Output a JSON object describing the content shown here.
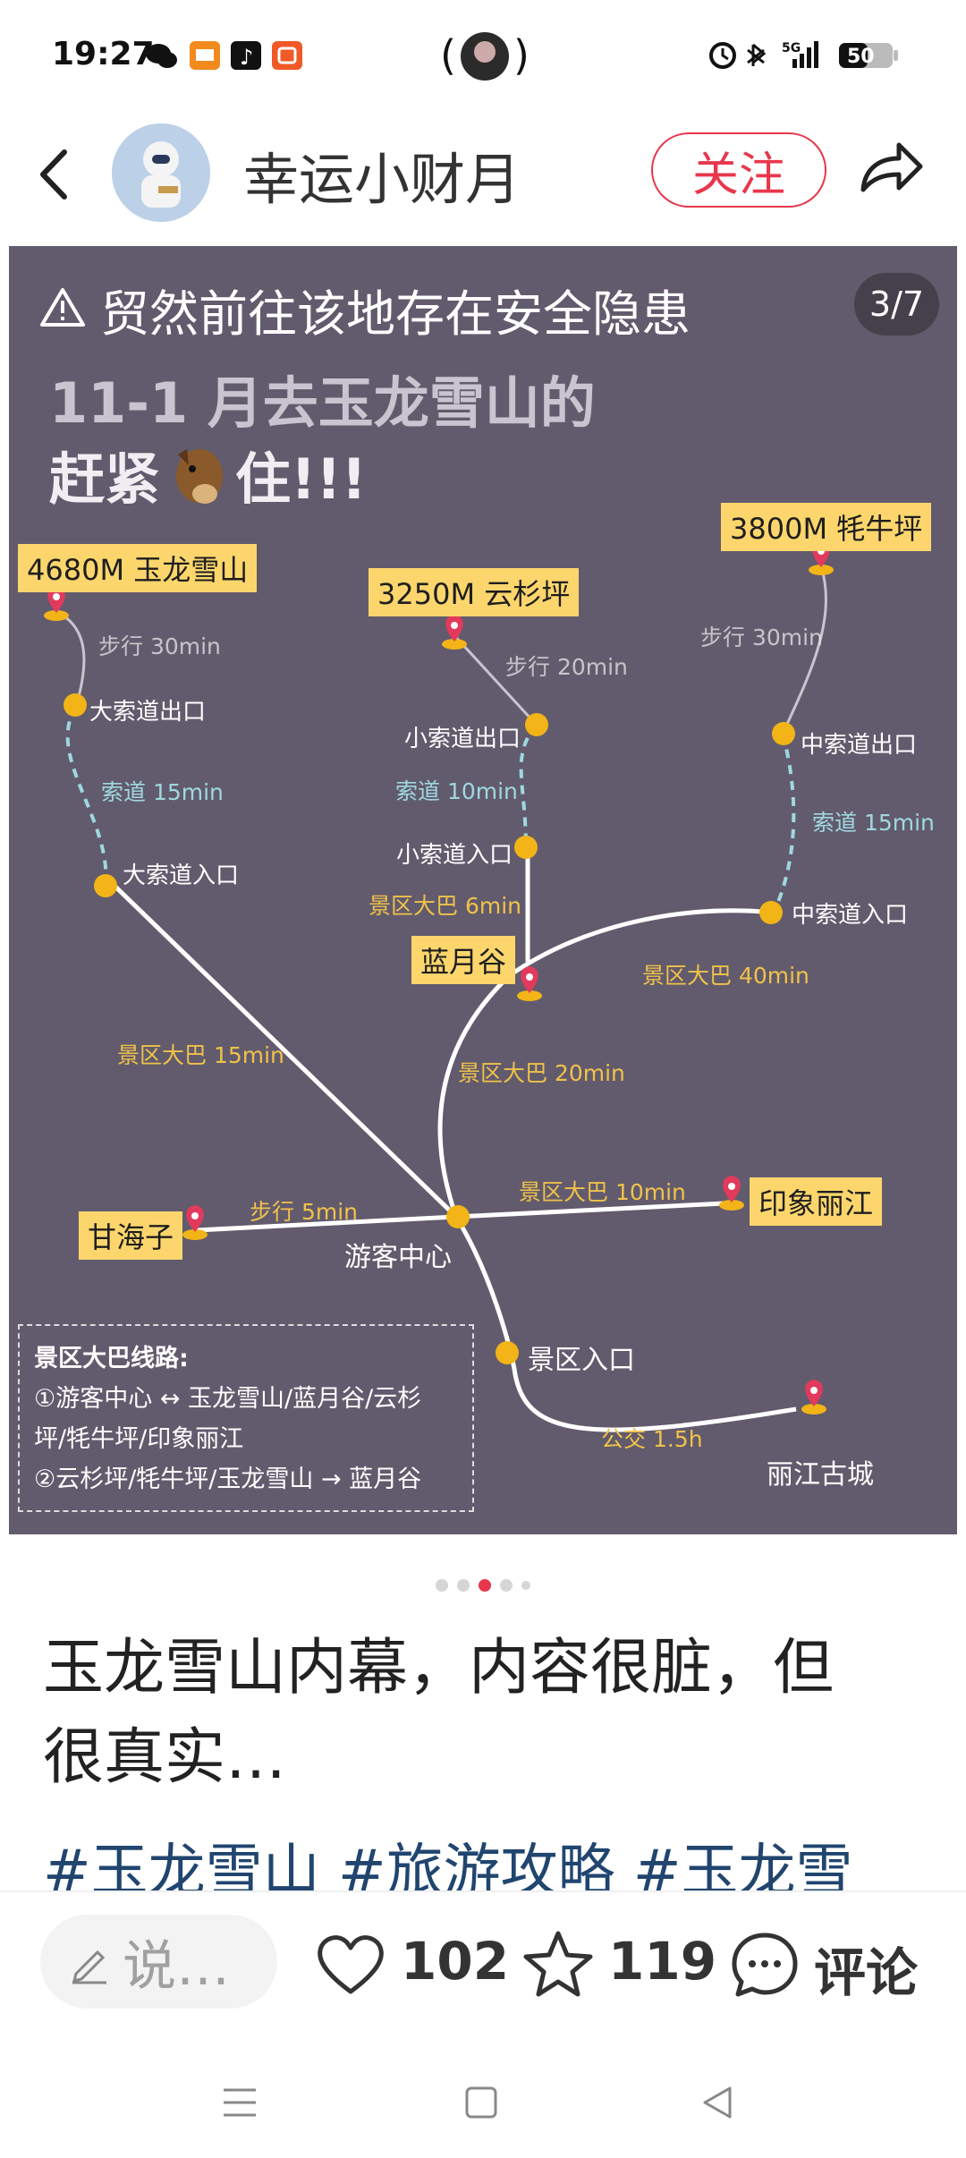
{
  "status_bar": {
    "time": "19:27",
    "battery": "50",
    "network": "5G",
    "icons": [
      "wechat-icon",
      "mail-icon",
      "tiktok-icon",
      "app-icon",
      "alarm-icon",
      "bluetooth-icon",
      "signal-icon",
      "battery-icon"
    ]
  },
  "header": {
    "username": "幸运小财月",
    "follow_label": "关注"
  },
  "post_image": {
    "notice": "贸然前往该地存在安全隐患",
    "page_indicator": "3/7",
    "heading_line1": "11-1 月去玉龙雪山的",
    "heading_line2_a": "赶紧",
    "heading_line2_b": "住!!!",
    "places": {
      "yulong": "4680M 玉龙雪山",
      "yunshan": "3250M 云杉坪",
      "maoniu": "3800M 牦牛坪",
      "lanyue": "蓝月谷",
      "ganhai": "甘海子",
      "yinxiang": "印象丽江"
    },
    "nodes": {
      "big_exit": "大索道出口",
      "big_entry": "大索道入口",
      "small_exit": "小索道出口",
      "small_entry": "小索道入口",
      "mid_exit": "中索道出口",
      "mid_entry": "中索道入口",
      "visitor_center": "游客中心",
      "scenic_entry": "景区入口",
      "old_town": "丽江古城"
    },
    "edges": {
      "walk30": "步行 30min",
      "walk20": "步行 20min",
      "walk30b": "步行 30min",
      "cable15": "索道 15min",
      "cable10": "索道 10min",
      "cable15b": "索道 15min",
      "bus6": "景区大巴 6min",
      "bus40": "景区大巴 40min",
      "bus15": "景区大巴 15min",
      "bus20": "景区大巴 20min",
      "bus10": "景区大巴 10min",
      "walk5": "步行 5min",
      "transit": "公交 1.5h"
    },
    "legend": {
      "title": "景区大巴线路:",
      "line1": "①游客中心 ↔ 玉龙雪山/蓝月谷/云杉",
      "line2": "坪/牦牛坪/印象丽江",
      "line3": "②云杉坪/牦牛坪/玉龙雪山 → 蓝月谷"
    }
  },
  "carousel": {
    "count": 5,
    "active": 2
  },
  "post": {
    "title": "玉龙雪山内幕，内容很脏，但很真实…",
    "title_line1": "玉龙雪山内幕，内容很脏，但",
    "title_line2": "很真实…",
    "tags": "#玉龙雪山 #旅游攻略 #玉龙雪"
  },
  "bottom_bar": {
    "comment_placeholder": "说…",
    "likes": "102",
    "favorites": "119",
    "comment_label": "评论"
  }
}
